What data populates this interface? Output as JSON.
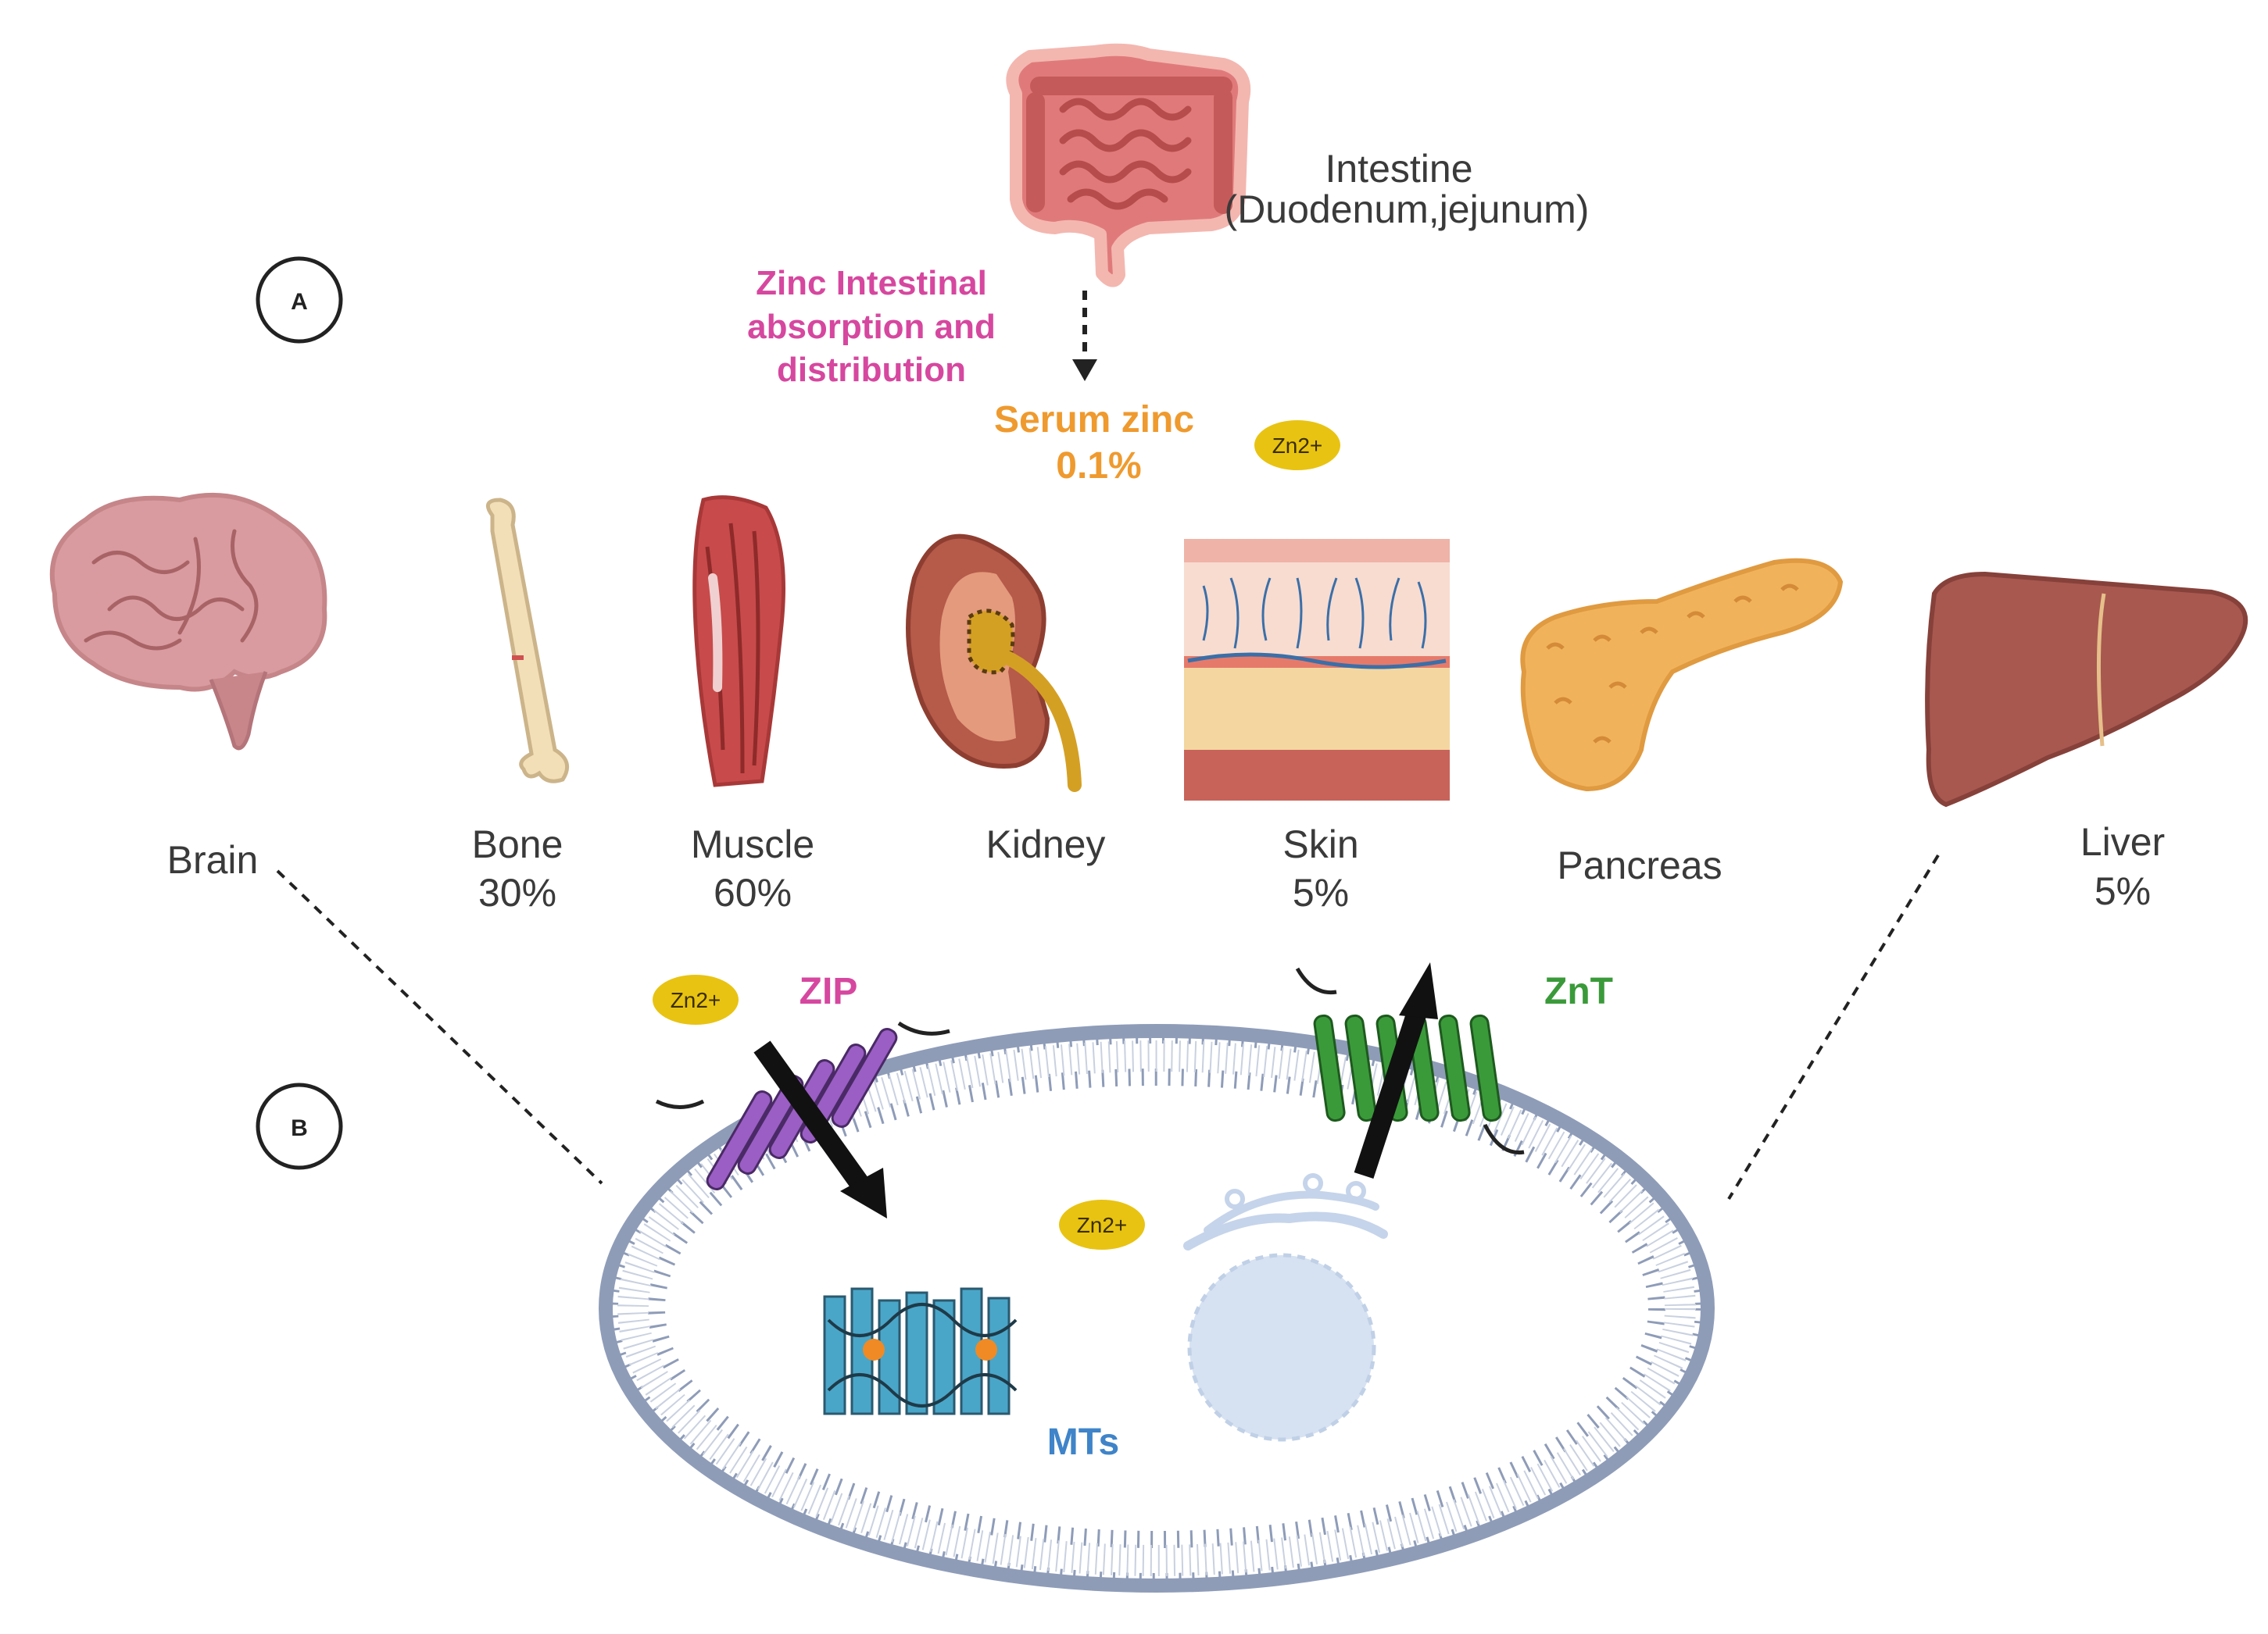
{
  "panels": {
    "a": "A",
    "b": "B"
  },
  "intestine": {
    "line1": "Intestine",
    "line2": "(Duodenum,jejunum)"
  },
  "absorption": {
    "line1": "Zinc Intestinal",
    "line2": "absorption and",
    "line3": "distribution"
  },
  "serum": {
    "line1": "Serum zinc",
    "line2": "0.1%"
  },
  "ion": "Zn2+",
  "organs": {
    "brain": {
      "name": "Brain"
    },
    "bone": {
      "name": "Bone",
      "pct": "30%"
    },
    "muscle": {
      "name": "Muscle",
      "pct": "60%"
    },
    "kidney": {
      "name": "Kidney"
    },
    "skin": {
      "name": "Skin",
      "pct": "5%"
    },
    "pancreas": {
      "name": "Pancreas"
    },
    "liver": {
      "name": "Liver",
      "pct": "5%"
    }
  },
  "cell": {
    "zip": "ZIP",
    "znt": "ZnT",
    "mts": "MTs"
  },
  "colors": {
    "magenta": "#d6479f",
    "orange": "#ef9a2e",
    "green": "#3a9a3a",
    "blue": "#3f84c9",
    "zn_yellow": "#e8c312",
    "membrane": "#8e9cb8"
  }
}
